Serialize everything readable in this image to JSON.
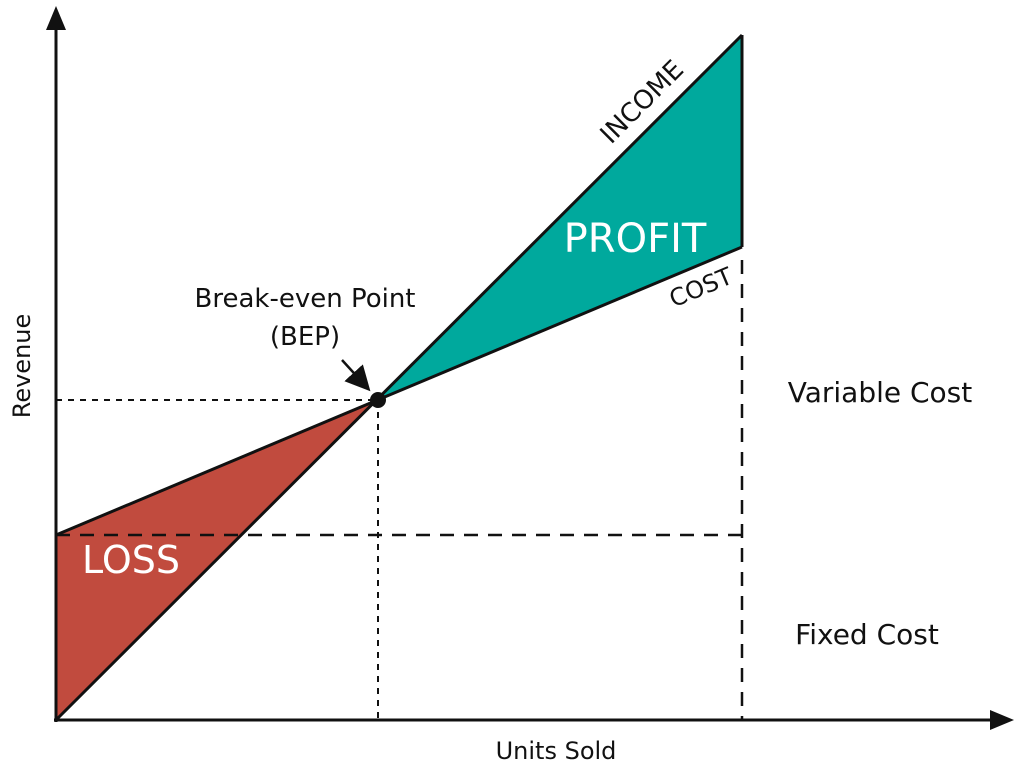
{
  "title": "",
  "axes": {
    "y_label": "Revenue",
    "x_label": "Units Sold"
  },
  "lines": {
    "income_label": "INCOME",
    "cost_label": "COST"
  },
  "regions": {
    "profit_label": "PROFIT",
    "loss_label": "LOSS"
  },
  "bep": {
    "label_line1": "Break-even Point",
    "label_line2": "(BEP)"
  },
  "cost_breakdown": {
    "variable_label": "Variable Cost",
    "fixed_label": "Fixed Cost"
  },
  "colors": {
    "profit": "#00a99d",
    "loss": "#c14b3e",
    "line": "#111111"
  }
}
